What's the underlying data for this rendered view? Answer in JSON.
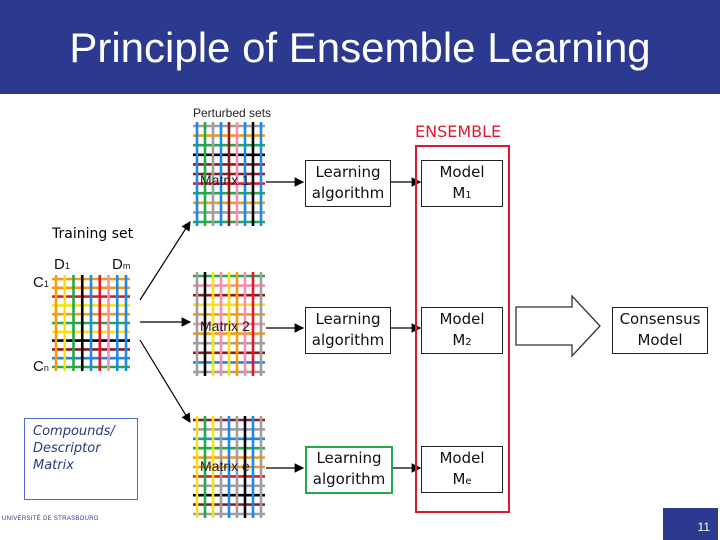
{
  "title": "Principle of Ensemble Learning",
  "perturbed_label": "Perturbed sets",
  "ensemble_label": "ENSEMBLE",
  "training_label": "Training set",
  "training_set": {
    "d_first": "D",
    "d_first_sub": "1",
    "d_last": "D",
    "d_last_sub": "m",
    "c_first": "C",
    "c_first_sub": "1",
    "c_last": "C",
    "c_last_sub": "n"
  },
  "matrices": [
    {
      "label": "Matrix 1"
    },
    {
      "label": "Matrix 2"
    },
    {
      "label": "Matrix e"
    }
  ],
  "rows": [
    {
      "algorithm": "Learning algorithm",
      "model": "Model",
      "model_sub": "M",
      "model_sub_index": "1"
    },
    {
      "algorithm": "Learning algorithm",
      "model": "Model",
      "model_sub": "M",
      "model_sub_index": "2"
    },
    {
      "algorithm": "Learning algorithm",
      "model": "Model",
      "model_sub": "M",
      "model_sub_index": "e"
    }
  ],
  "consensus": "Consensus Model",
  "compound_label": "Compounds/ Descriptor Matrix",
  "logo_text": "UNIVERSITÉ DE STRASBOURG",
  "page_number": "11",
  "colors": {
    "title_bar": "#2b3a8f",
    "ensemble_red": "#e0182d",
    "green": "#23a84a",
    "grid_palette": [
      "#e0182d",
      "#23a84a",
      "#1e88e5",
      "#f6e21a",
      "#000000",
      "#8b1a1a",
      "#f48fb1",
      "#9e9e9e",
      "#f39c12"
    ]
  }
}
